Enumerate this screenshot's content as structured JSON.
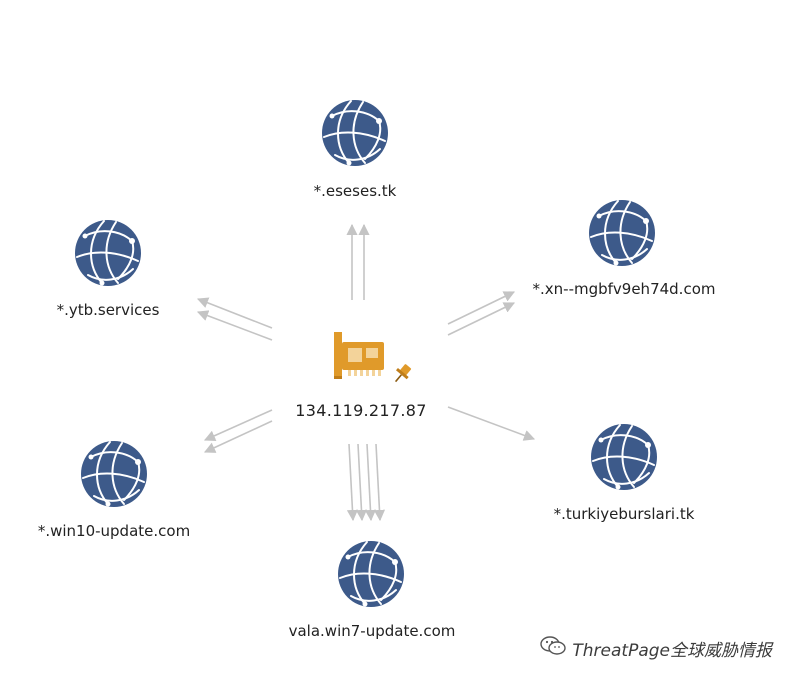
{
  "center": {
    "label": "134.119.217.87",
    "icon": "network-card-icon",
    "pin_icon": "pin-icon"
  },
  "nodes": [
    {
      "id": "top",
      "label": "*.eseses.tk",
      "icon": "globe-icon"
    },
    {
      "id": "upper-right",
      "label": "*.xn--mgbfv9eh74d.com",
      "icon": "globe-icon"
    },
    {
      "id": "lower-right",
      "label": "*.turkiyeburslari.tk",
      "icon": "globe-icon"
    },
    {
      "id": "bottom",
      "label": "vala.win7-update.com",
      "icon": "globe-icon"
    },
    {
      "id": "lower-left",
      "label": "*.win10-update.com",
      "icon": "globe-icon"
    },
    {
      "id": "upper-left",
      "label": "*.ytb.services",
      "icon": "globe-icon"
    }
  ],
  "watermark": {
    "text": "ThreatPage全球威胁情报"
  },
  "colors": {
    "globe": "#3d5a8a",
    "edge": "#c4c4c4",
    "card": "#e09a2a",
    "text": "#222222"
  }
}
